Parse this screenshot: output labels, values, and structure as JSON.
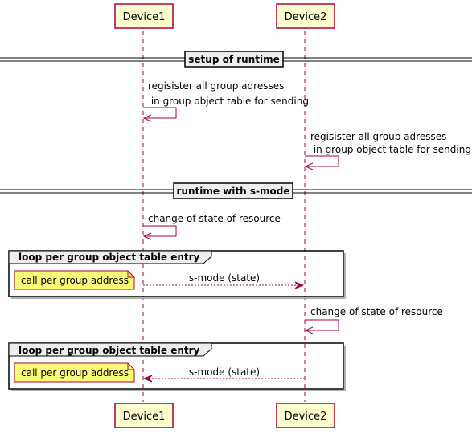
{
  "participants": {
    "device1": "Device1",
    "device2": "Device2"
  },
  "dividers": {
    "setup": "setup of runtime",
    "runtime": "runtime with s-mode"
  },
  "messages": {
    "reg1_line1": "regisister all group adresses",
    "reg1_line2": " in group object table for sending",
    "reg2_line1": "regisister all group adresses",
    "reg2_line2": " in group object table for sending",
    "change1": "change of state of resource",
    "smode1": "s-mode (state)",
    "change2": "change of state of resource",
    "smode2": "s-mode (state)"
  },
  "loops": {
    "loop1_label": "loop per group object table entry",
    "loop2_label": "loop per group object table entry"
  },
  "notes": {
    "note1": "call per group address",
    "note2": "call per group address"
  },
  "colors": {
    "participant_fill": "#FEFECE",
    "participant_border": "#A80036",
    "arrow": "#A80036",
    "note_fill": "#FBFB77"
  }
}
